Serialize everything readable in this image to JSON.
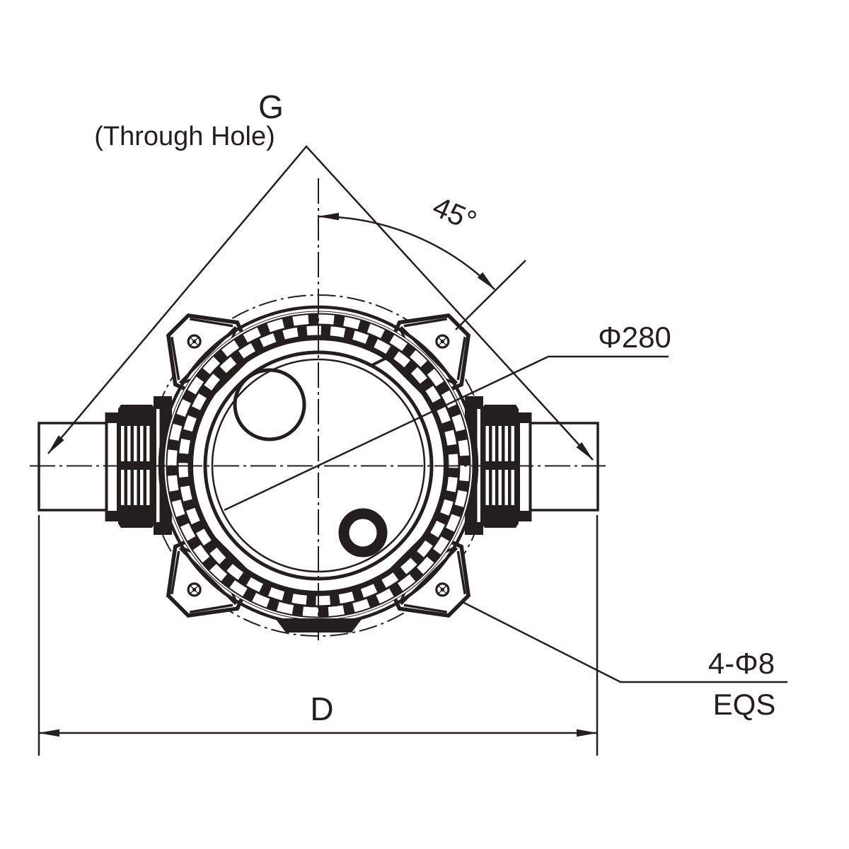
{
  "drawing": {
    "type": "technical-drawing",
    "subject": "water meter front view",
    "colors": {
      "ink": "#241f1d",
      "background": "#ffffff"
    },
    "labels": {
      "thread": "G",
      "thread_note": "(Through Hole)",
      "lug_angle": "45°",
      "body_diameter": "Φ280",
      "mount_holes": "4-Φ8",
      "mount_holes_note": "EQS",
      "overall_width": "D"
    }
  }
}
